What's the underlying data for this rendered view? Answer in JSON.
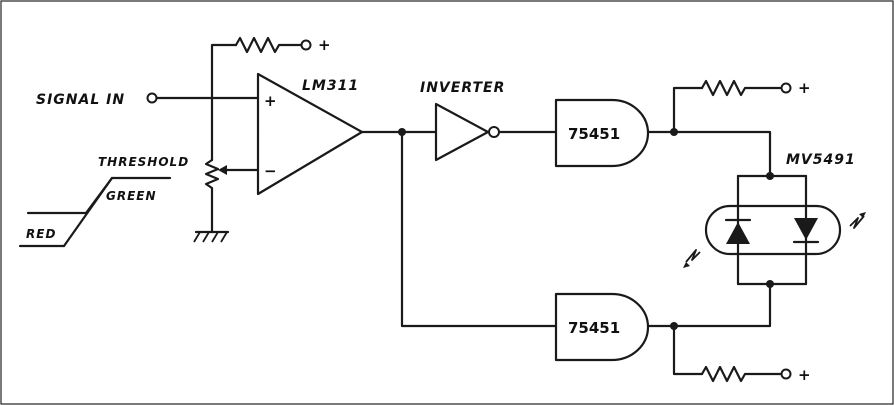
{
  "labels": {
    "signal_in": "SIGNAL IN",
    "threshold": "THRESHOLD",
    "green": "GREEN",
    "red": "RED",
    "comparator": "LM311",
    "inverter": "INVERTER",
    "gate_top": "75451",
    "gate_bottom": "75451",
    "led": "MV5491",
    "plus_input": "+",
    "minus_input": "−",
    "supply_top_left": "+",
    "supply_top_right": "+",
    "supply_bottom_right": "+"
  }
}
